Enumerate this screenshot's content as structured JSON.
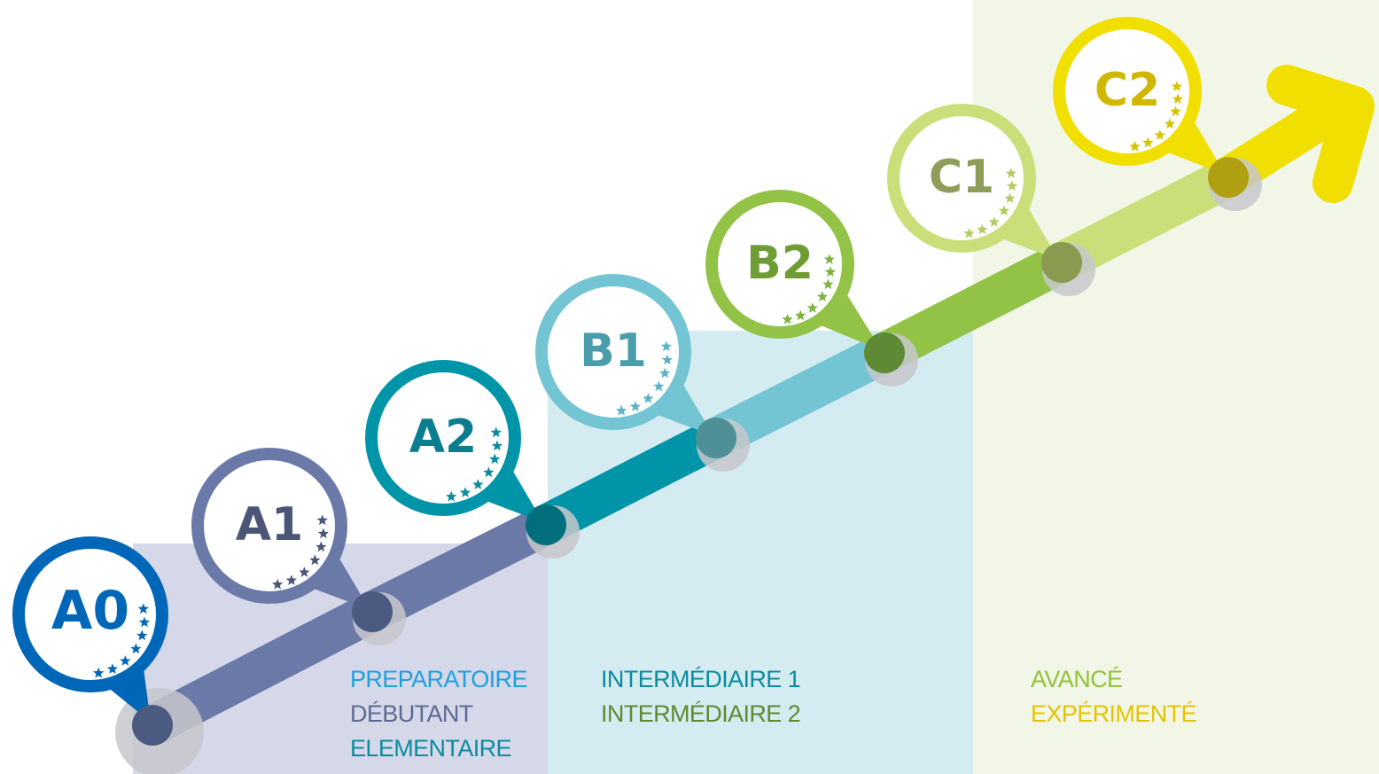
{
  "levels": [
    {
      "code": "A0",
      "ring_color": "#0067b8",
      "text_color": "#0067b8",
      "star_color": "#0067b8",
      "dot_color": "#4b5a80"
    },
    {
      "code": "A1",
      "ring_color": "#6b79a8",
      "text_color": "#4b5575",
      "star_color": "#4b5575",
      "dot_color": "#4b5a80"
    },
    {
      "code": "A2",
      "ring_color": "#0094a9",
      "text_color": "#0a7e8f",
      "star_color": "#0a8ca0",
      "dot_color": "#006f7c"
    },
    {
      "code": "B1",
      "ring_color": "#73c5d4",
      "text_color": "#4a9eab",
      "star_color": "#5bb3c3",
      "dot_color": "#4f8f96"
    },
    {
      "code": "B2",
      "ring_color": "#92c347",
      "text_color": "#6f9c35",
      "star_color": "#7fb23e",
      "dot_color": "#5f8a35"
    },
    {
      "code": "C1",
      "ring_color": "#cadf79",
      "text_color": "#8e9d58",
      "star_color": "#b3cb64",
      "dot_color": "#8a9a4f"
    },
    {
      "code": "C2",
      "ring_color": "#f0df00",
      "text_color": "#d1b800",
      "star_color": "#d6c200",
      "dot_color": "#b09f10"
    }
  ],
  "path_segment_colors": [
    "#6b79a8",
    "#6b79a8",
    "#0094a9",
    "#73c5d4",
    "#92c347",
    "#cadf79",
    "#f0df00"
  ],
  "groups": [
    {
      "lines": [
        {
          "text": "PREPARATOIRE",
          "color": "#1ea0de"
        },
        {
          "text": "DÉBUTANT",
          "color": "#5d6a94"
        },
        {
          "text": "ELEMENTAIRE",
          "color": "#0a8ca0"
        }
      ]
    },
    {
      "lines": [
        {
          "text": "INTERMÉDIAIRE 1",
          "color": "#0a8ca0"
        },
        {
          "text": "INTERMÉDIAIRE 2",
          "color": "#5e8a30"
        }
      ]
    },
    {
      "lines": [
        {
          "text": "AVANCÉ",
          "color": "#97c03c"
        },
        {
          "text": "EXPÉRIMENTÉ",
          "color": "#e3c400"
        }
      ]
    }
  ],
  "icons": {
    "arrow": "arrow-right-icon",
    "star": "star-icon"
  }
}
